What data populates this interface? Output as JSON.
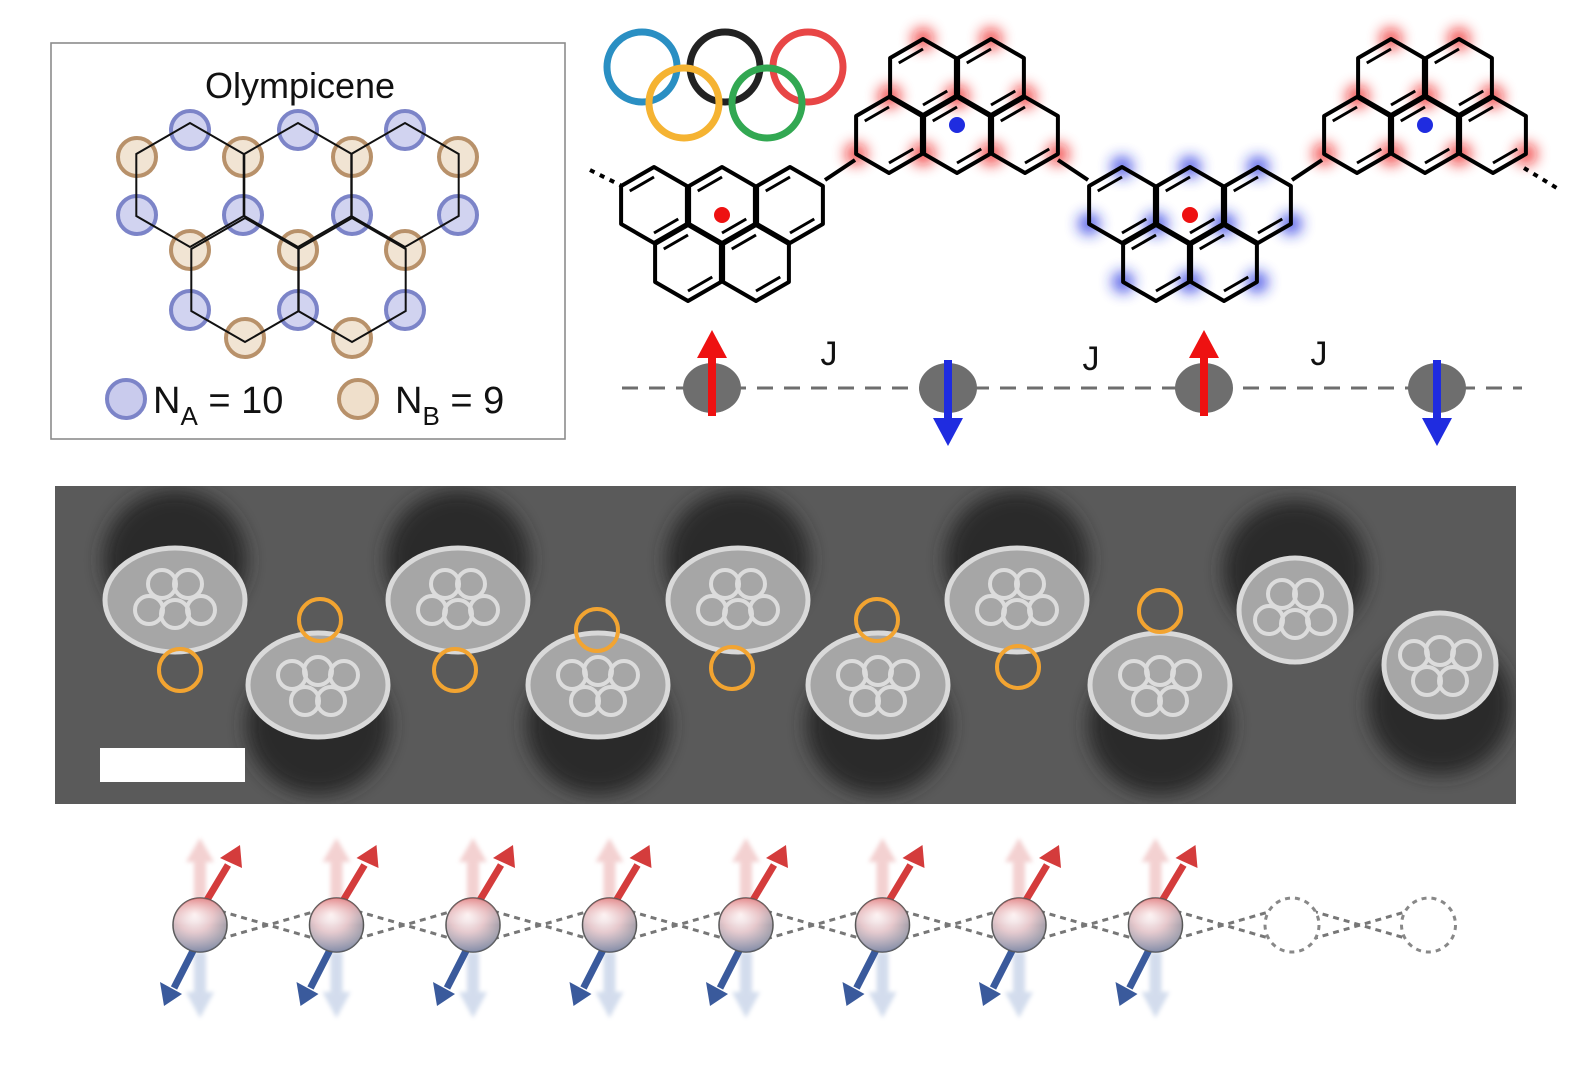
{
  "inset": {
    "title": "Olympicene",
    "legend_a": {
      "prefix": "N",
      "sub": "A",
      "value": " = 10"
    },
    "legend_b": {
      "prefix": "N",
      "sub": "B",
      "value": " = 9"
    }
  },
  "olympic_rings": {
    "colors": [
      "#2a8fc3",
      "#222222",
      "#e84646",
      "#f5b332",
      "#32a852"
    ]
  },
  "spin_chain": {
    "coupling_label": "J",
    "spins": [
      "up",
      "down",
      "up",
      "down"
    ],
    "up_color": "#ee1111",
    "down_color": "#1f2ce0"
  },
  "stm": {
    "marker_color": "#f2a431"
  },
  "bottom_chain": {
    "sites": 10,
    "filled_sites": 8
  }
}
